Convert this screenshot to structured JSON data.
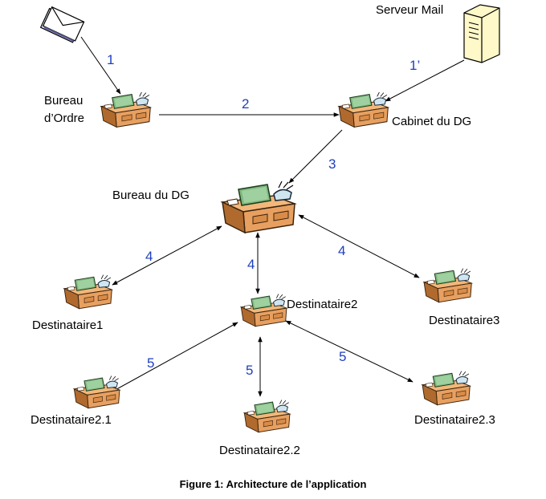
{
  "nodes": {
    "mail_server": {
      "label": "Serveur Mail",
      "icon": "server-tower-icon"
    },
    "envelopes": {
      "icon": "envelopes-icon"
    },
    "bureau_ordre": {
      "label_line1": "Bureau",
      "label_line2": "d’Ordre",
      "icon": "desk-icon"
    },
    "cabinet_dg": {
      "label": "Cabinet du DG",
      "icon": "desk-icon"
    },
    "bureau_dg": {
      "label": "Bureau du DG",
      "icon": "desk-icon"
    },
    "dest1": {
      "label": "Destinataire1",
      "icon": "desk-icon"
    },
    "dest2": {
      "label": "Destinataire2",
      "icon": "desk-icon"
    },
    "dest3": {
      "label": "Destinataire3",
      "icon": "desk-icon"
    },
    "dest21": {
      "label": "Destinataire2.1",
      "icon": "desk-icon"
    },
    "dest22": {
      "label": "Destinataire2.2",
      "icon": "desk-icon"
    },
    "dest23": {
      "label": "Destinataire2.3",
      "icon": "desk-icon"
    }
  },
  "edges": {
    "e1": "1",
    "e1p": "1’",
    "e2": "2",
    "e3": "3",
    "e4a": "4",
    "e4b": "4",
    "e4c": "4",
    "e5a": "5",
    "e5b": "5",
    "e5c": "5"
  },
  "caption": "Figure 1: Architecture de l’application",
  "colors": {
    "desk": "#e8a060",
    "desk_dark": "#b06a2e",
    "screen": "#7fb87f",
    "label_numbers": "#1f3fbf"
  }
}
